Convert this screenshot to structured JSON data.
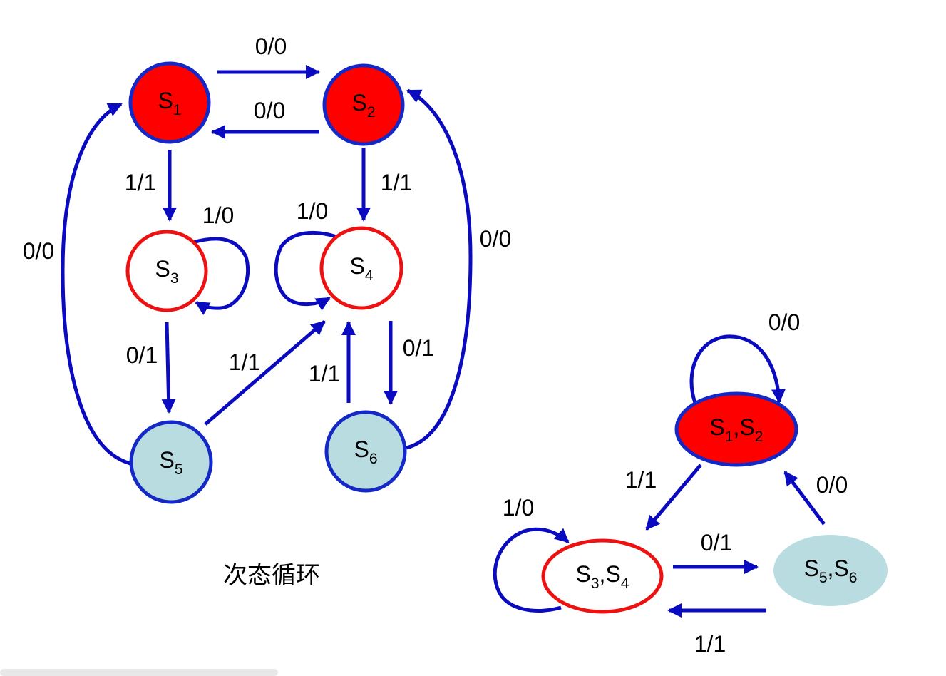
{
  "colors": {
    "edge": "#0a0ac0",
    "node_blue_stroke": "#1428c8",
    "node_red_stroke": "#ee1111",
    "fill_red": "#ff0000",
    "fill_white": "#ffffff",
    "fill_light_blue": "#b8dce0"
  },
  "original": {
    "nodes": [
      {
        "id": "s1",
        "name": "S",
        "sub": "1"
      },
      {
        "id": "s2",
        "name": "S",
        "sub": "2"
      },
      {
        "id": "s3",
        "name": "S",
        "sub": "3"
      },
      {
        "id": "s4",
        "name": "S",
        "sub": "4"
      },
      {
        "id": "s5",
        "name": "S",
        "sub": "5"
      },
      {
        "id": "s6",
        "name": "S",
        "sub": "6"
      }
    ],
    "edge_labels": {
      "s1_s2": "0/0",
      "s2_s1": "0/0",
      "s1_s3": "1/1",
      "s2_s4": "1/1",
      "s3_self": "1/0",
      "s4_self": "1/0",
      "s3_s5": "0/1",
      "s5_s4": "1/1",
      "s6_s4": "1/1",
      "s4_s6": "0/1",
      "s5_s1": "0/0",
      "s6_s2": "0/0"
    },
    "caption": "次态循环"
  },
  "reduced": {
    "nodes": [
      {
        "id": "s12",
        "a": "S",
        "a_sub": "1",
        "sep": ",",
        "b": "S",
        "b_sub": "2"
      },
      {
        "id": "s34",
        "a": "S",
        "a_sub": "3",
        "sep": ",",
        "b": "S",
        "b_sub": "4"
      },
      {
        "id": "s56",
        "a": "S",
        "a_sub": "5",
        "sep": ",",
        "b": "S",
        "b_sub": "6"
      }
    ],
    "edge_labels": {
      "s12_self": "0/0",
      "s12_s34": "1/1",
      "s56_s12": "0/0",
      "s34_self": "1/0",
      "s34_s56": "0/1",
      "s56_s34": "1/1"
    }
  }
}
